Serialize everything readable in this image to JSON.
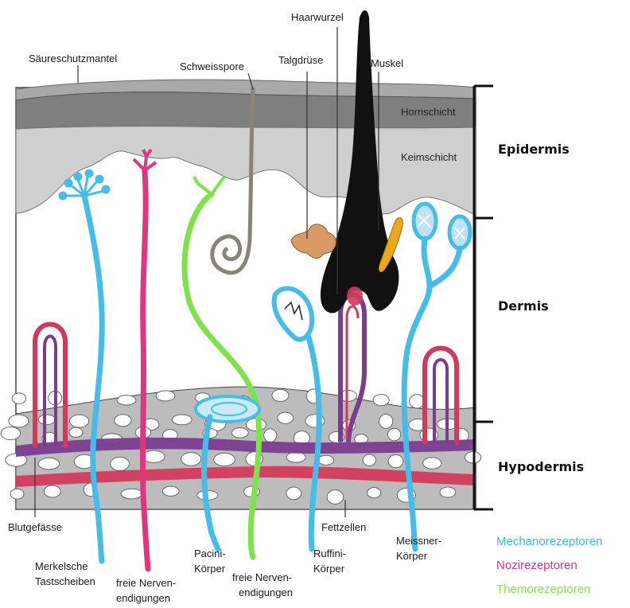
{
  "labels": {
    "saeureschutzmantel": "Säureschutzmantel",
    "schweisspore": "Schweisspore",
    "haarwurzel": "Haarwurzel",
    "talgdruese": "Talgdrüse",
    "muskel": "Muskel",
    "hornschicht": "Hornschicht",
    "keimschicht": "Keimschicht",
    "blutgefaesse": "Blutgefässe",
    "fettzellen": "Fettzellen",
    "merkel_line1": "Merkelsche",
    "merkel_line2": "Tastscheiben",
    "freie1_line1": "freie Nerven-",
    "freie1_line2": "endigungen",
    "pacini_line1": "Pacini-",
    "pacini_line2": "Körper",
    "freie2_line1": "freie Nerven-",
    "freie2_line2": "endigungen",
    "ruffini_line1": "Ruffini-",
    "ruffini_line2": "Körper",
    "meissner_line1": "Meissner-",
    "meissner_line2": "Körper"
  },
  "layers": {
    "epidermis": "Epidermis",
    "dermis": "Dermis",
    "hypodermis": "Hypodermis"
  },
  "legend": [
    {
      "text": "Mechanorezeptoren",
      "color": "#3bbde6"
    },
    {
      "text": "Nozirezeptoren",
      "color": "#e0357f"
    },
    {
      "text": "Themorezeptoren",
      "color": "#8ee04a"
    }
  ],
  "colors": {
    "mechano": "#45bde8",
    "nozi": "#e0357f",
    "thermo": "#7ee34a",
    "vessel_purple": "#7a3c8f",
    "vessel_red": "#d23a5c",
    "hair": "#111111",
    "gland": "#d99a66",
    "muscle": "#eaa81a",
    "sweat": "#8a8478"
  }
}
